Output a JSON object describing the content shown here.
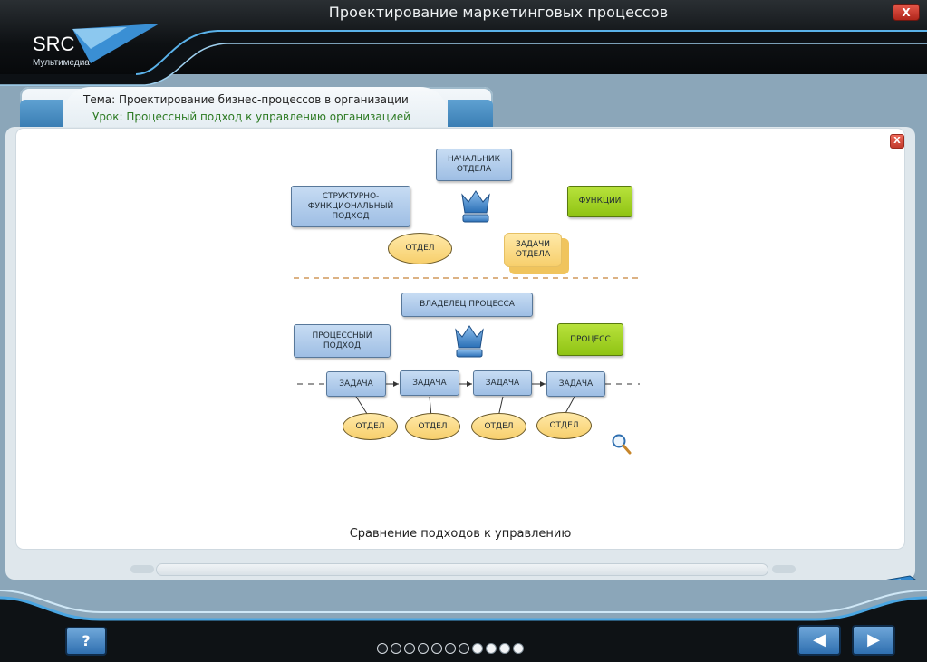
{
  "app": {
    "title": "Проектирование маркетинговых процессов",
    "close_label": "X",
    "logo_main": "SRC",
    "logo_sub": "Мультимедиа"
  },
  "header": {
    "topic": "Тема: Проектирование бизнес-процессов в организации",
    "lesson": "Урок: Процессный подход к управлению организацией"
  },
  "panel": {
    "close_label": "X",
    "caption": "Сравнение подходов к управлению"
  },
  "diagram": {
    "top": {
      "head": "НАЧАЛЬНИК ОТДЕЛА",
      "approach": "СТРУКТУРНО-ФУНКЦИОНАЛЬНЫЙ ПОДХОД",
      "functions": "ФУНКЦИИ",
      "dept": "ОТДЕЛ",
      "tasks": "ЗАДАЧИ ОТДЕЛА"
    },
    "bottom": {
      "owner": "ВЛАДЕЛЕЦ ПРОЦЕССА",
      "approach": "ПРОЦЕССНЫЙ ПОДХОД",
      "process": "ПРОЦЕСС",
      "tasks": [
        "ЗАДАЧА",
        "ЗАДАЧА",
        "ЗАДАЧА",
        "ЗАДАЧА"
      ],
      "depts": [
        "ОТДЕЛ",
        "ОТДЕЛ",
        "ОТДЕЛ",
        "ОТДЕЛ"
      ]
    }
  },
  "navigation": {
    "help_label": "?",
    "prev_label": "◀",
    "next_label": "▶",
    "total_pages": 11,
    "completed_pages": [
      8,
      9,
      10,
      11
    ]
  },
  "colors": {
    "accent_blue": "#2f6fb0",
    "box_blue": "#9ebee4",
    "box_green": "#8fc313",
    "oval_yellow": "#f7cf6c",
    "lesson_green": "#2c7a22"
  }
}
